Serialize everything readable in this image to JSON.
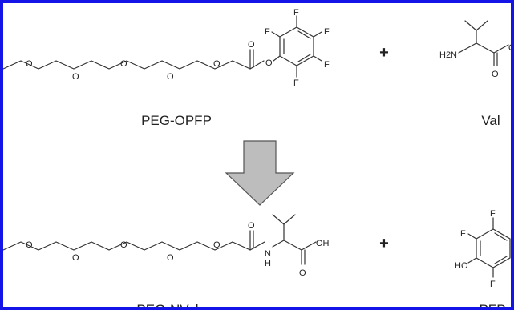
{
  "labels": {
    "reactant1": "PEG-OPFP",
    "reactant2": "Val",
    "product1": "PEG-NVal",
    "product2": "PFP",
    "plus_top": "+",
    "plus_bottom": "+"
  },
  "atoms": {
    "O": "O",
    "F": "F",
    "H2N": "H2N",
    "N": "N",
    "H": "H",
    "OH": "OH",
    "HO": "HO"
  },
  "colors": {
    "frame": "#1414e6",
    "arrow_fill": "#bdbdbd",
    "arrow_stroke": "#555555"
  }
}
